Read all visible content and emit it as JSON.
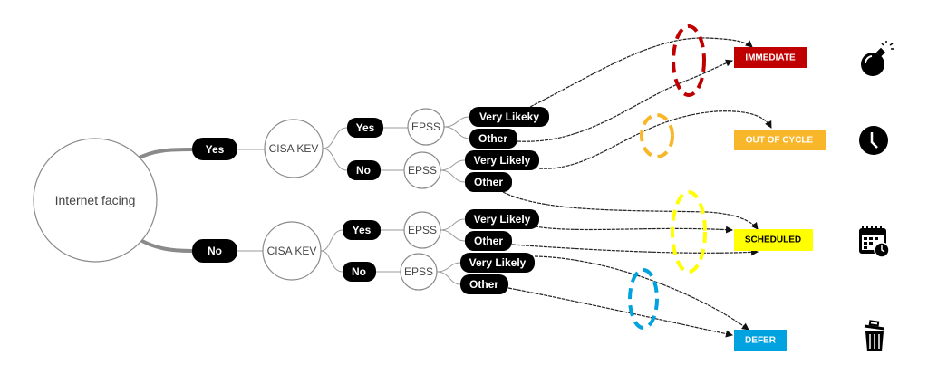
{
  "root": {
    "label": "Internet facing"
  },
  "branches": [
    {
      "label": "Yes",
      "cisa": "CISA KEV",
      "sub": [
        {
          "label": "Yes",
          "epss": "EPSS",
          "outcomes": [
            "Very Likeky",
            "Other"
          ]
        },
        {
          "label": "No",
          "epss": "EPSS",
          "outcomes": [
            "Very Likely",
            "Other"
          ]
        }
      ]
    },
    {
      "label": "No",
      "cisa": "CISA KEV",
      "sub": [
        {
          "label": "Yes",
          "epss": "EPSS",
          "outcomes": [
            "Very Likely",
            "Other"
          ]
        },
        {
          "label": "No",
          "epss": "EPSS",
          "outcomes": [
            "Very Likely",
            "Other"
          ]
        }
      ]
    }
  ],
  "priorities": [
    {
      "label": "IMMEDIATE",
      "color": "#c00000",
      "text_color": "#ffffff",
      "icon": "bomb-icon"
    },
    {
      "label": "OUT OF CYCLE",
      "color": "#f8b62a",
      "text_color": "#ffffff",
      "icon": "clock-icon"
    },
    {
      "label": "SCHEDULED",
      "color": "#ffff00",
      "text_color": "#000000",
      "icon": "calendar-clock-icon"
    },
    {
      "label": "DEFER",
      "color": "#00a2e0",
      "text_color": "#ffffff",
      "icon": "trash-icon"
    }
  ]
}
